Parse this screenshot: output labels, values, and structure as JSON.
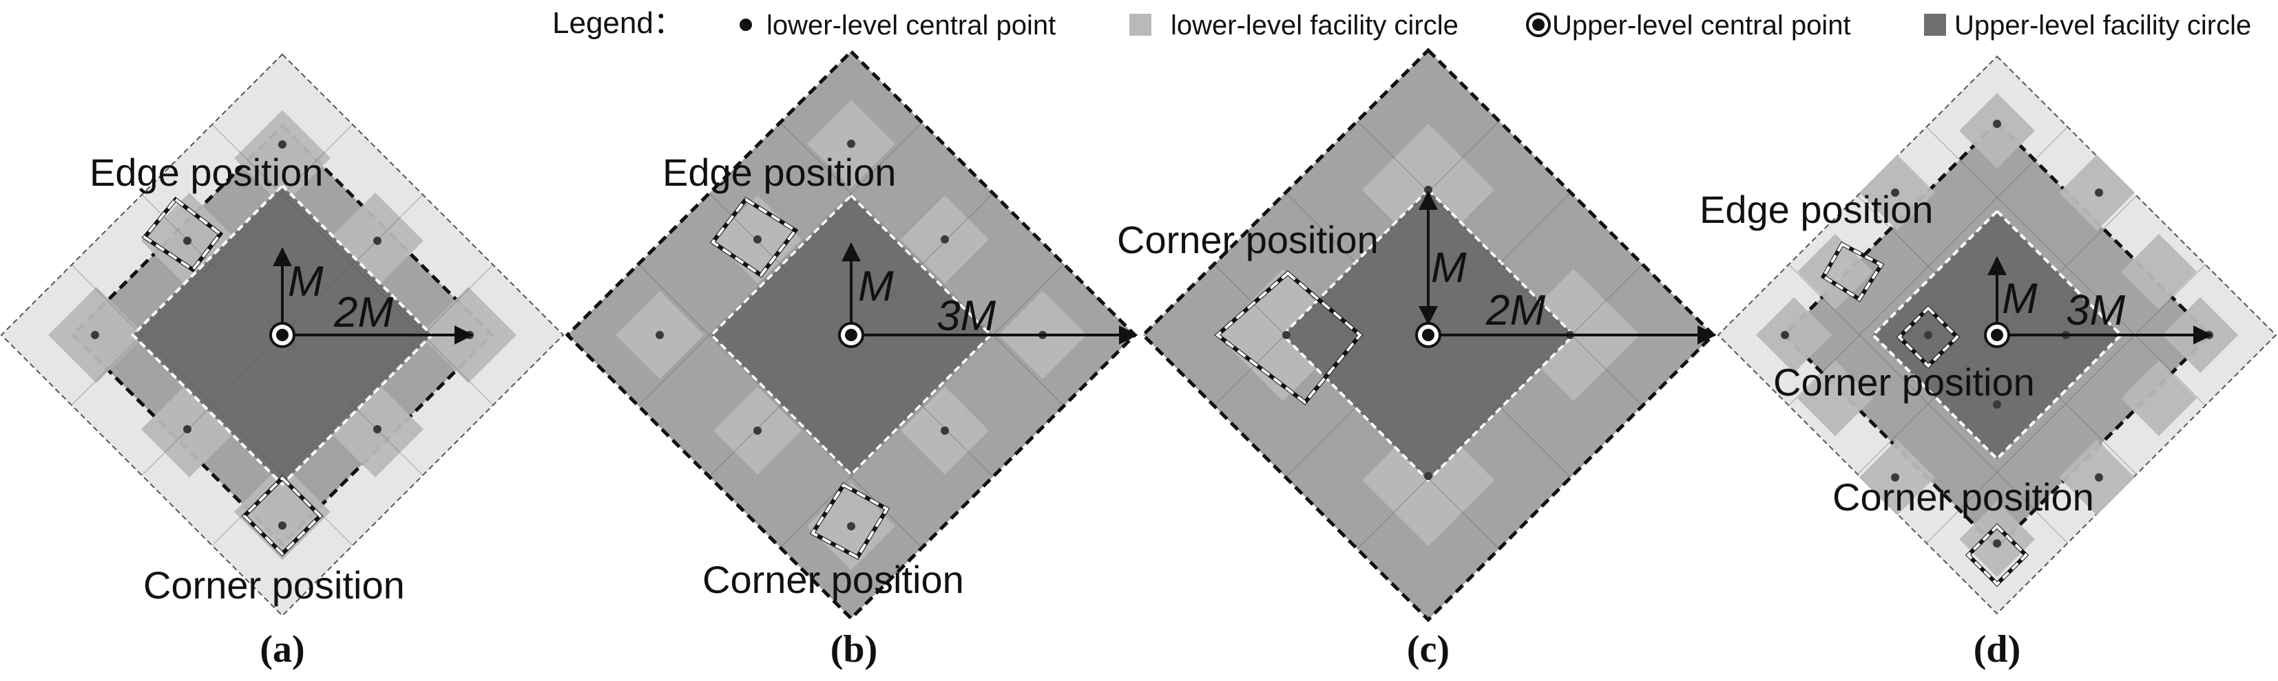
{
  "legend": {
    "heading": "Legend：",
    "items": [
      {
        "label": "lower-level central point",
        "marker": "small-dot"
      },
      {
        "label": "lower-level facility circle",
        "marker": "light-square",
        "color": "#b9b9b9"
      },
      {
        "label": "Upper-level central point",
        "marker": "ringed-dot"
      },
      {
        "label": "Upper-level facility circle",
        "marker": "dark-square",
        "color": "#6f6f6f"
      }
    ]
  },
  "colors": {
    "outer_light": "#e6e6e6",
    "mid_gray": "#a3a3a3",
    "lower_circle": "#b9b9b9",
    "upper_circle": "#6f6f6f",
    "inner_dark": "#7a7a7a",
    "dot": "#3a3a3a"
  },
  "panels": [
    {
      "id": "a",
      "caption_open": "(",
      "caption_letter": "a",
      "caption_close": ")",
      "labels": {
        "top": "Edge position",
        "bottom": "Corner position"
      },
      "short_radius": "M",
      "long_radius": "2M"
    },
    {
      "id": "b",
      "caption_open": "(",
      "caption_letter": "b",
      "caption_close": ")",
      "labels": {
        "top": "Edge position",
        "bottom": "Corner position"
      },
      "short_radius": "M",
      "long_radius": "3M"
    },
    {
      "id": "c",
      "caption_open": "(",
      "caption_letter": "c",
      "caption_close": ")",
      "labels": {
        "top": "Corner position"
      },
      "short_radius": "M",
      "long_radius": "2M"
    },
    {
      "id": "d",
      "caption_open": "(",
      "caption_letter": "d",
      "caption_close": ")",
      "labels": {
        "top": "Edge position",
        "middle": "Corner position",
        "bottom": "Corner position"
      },
      "short_radius": "M",
      "long_radius": "3M"
    }
  ]
}
